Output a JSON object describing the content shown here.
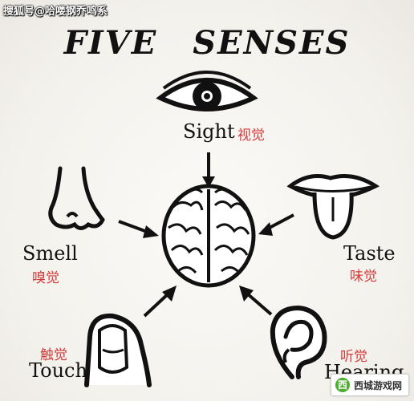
{
  "watermark": "搜狐号@哈喽钢乔鸣系",
  "title": {
    "word1": "FIVE",
    "word2": "SENSES"
  },
  "senses": {
    "sight": {
      "en": "Sight",
      "cn": "视觉"
    },
    "smell": {
      "en": "Smell",
      "cn": "嗅觉"
    },
    "taste": {
      "en": "Taste",
      "cn": "味觉"
    },
    "touch": {
      "en": "Touch",
      "cn": "触觉"
    },
    "hearing": {
      "en": "Hearing",
      "cn": "听觉"
    }
  },
  "logo": {
    "text": "西城游戏网",
    "mark": "西"
  },
  "colors": {
    "ink": "#111111",
    "chinese_label": "#d23b3b",
    "logo_green": "#4cae2f"
  }
}
